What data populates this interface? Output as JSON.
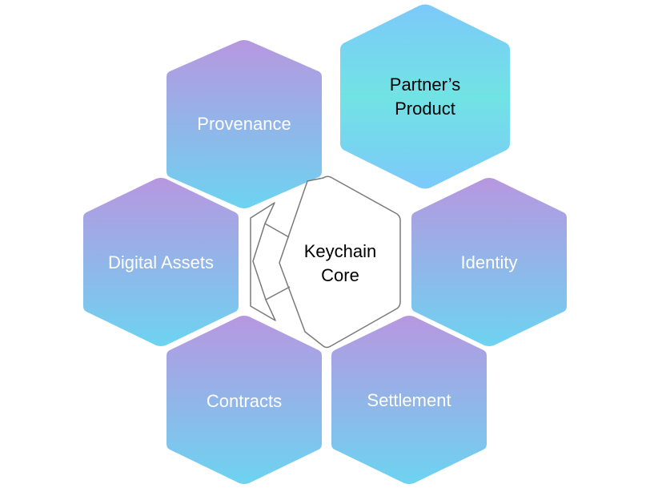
{
  "diagram": {
    "center": {
      "label_line1": "Keychain",
      "label_line2": "Core"
    },
    "hexagons": {
      "provenance": {
        "label": "Provenance"
      },
      "partner": {
        "label_line1": "Partner’s",
        "label_line2": "Product"
      },
      "digital_assets": {
        "label": "Digital Assets"
      },
      "identity": {
        "label": "Identity"
      },
      "contracts": {
        "label": "Contracts"
      },
      "settlement": {
        "label": "Settlement"
      }
    },
    "colors": {
      "purple_top": "#B797E0",
      "blue_bottom": "#6DD3F1",
      "partner_teal": "#71E3E4",
      "partner_blue": "#7CC9FA",
      "outline": "#7A7A7A",
      "label_white": "#FFFFFF",
      "label_dark": "#000000"
    }
  }
}
